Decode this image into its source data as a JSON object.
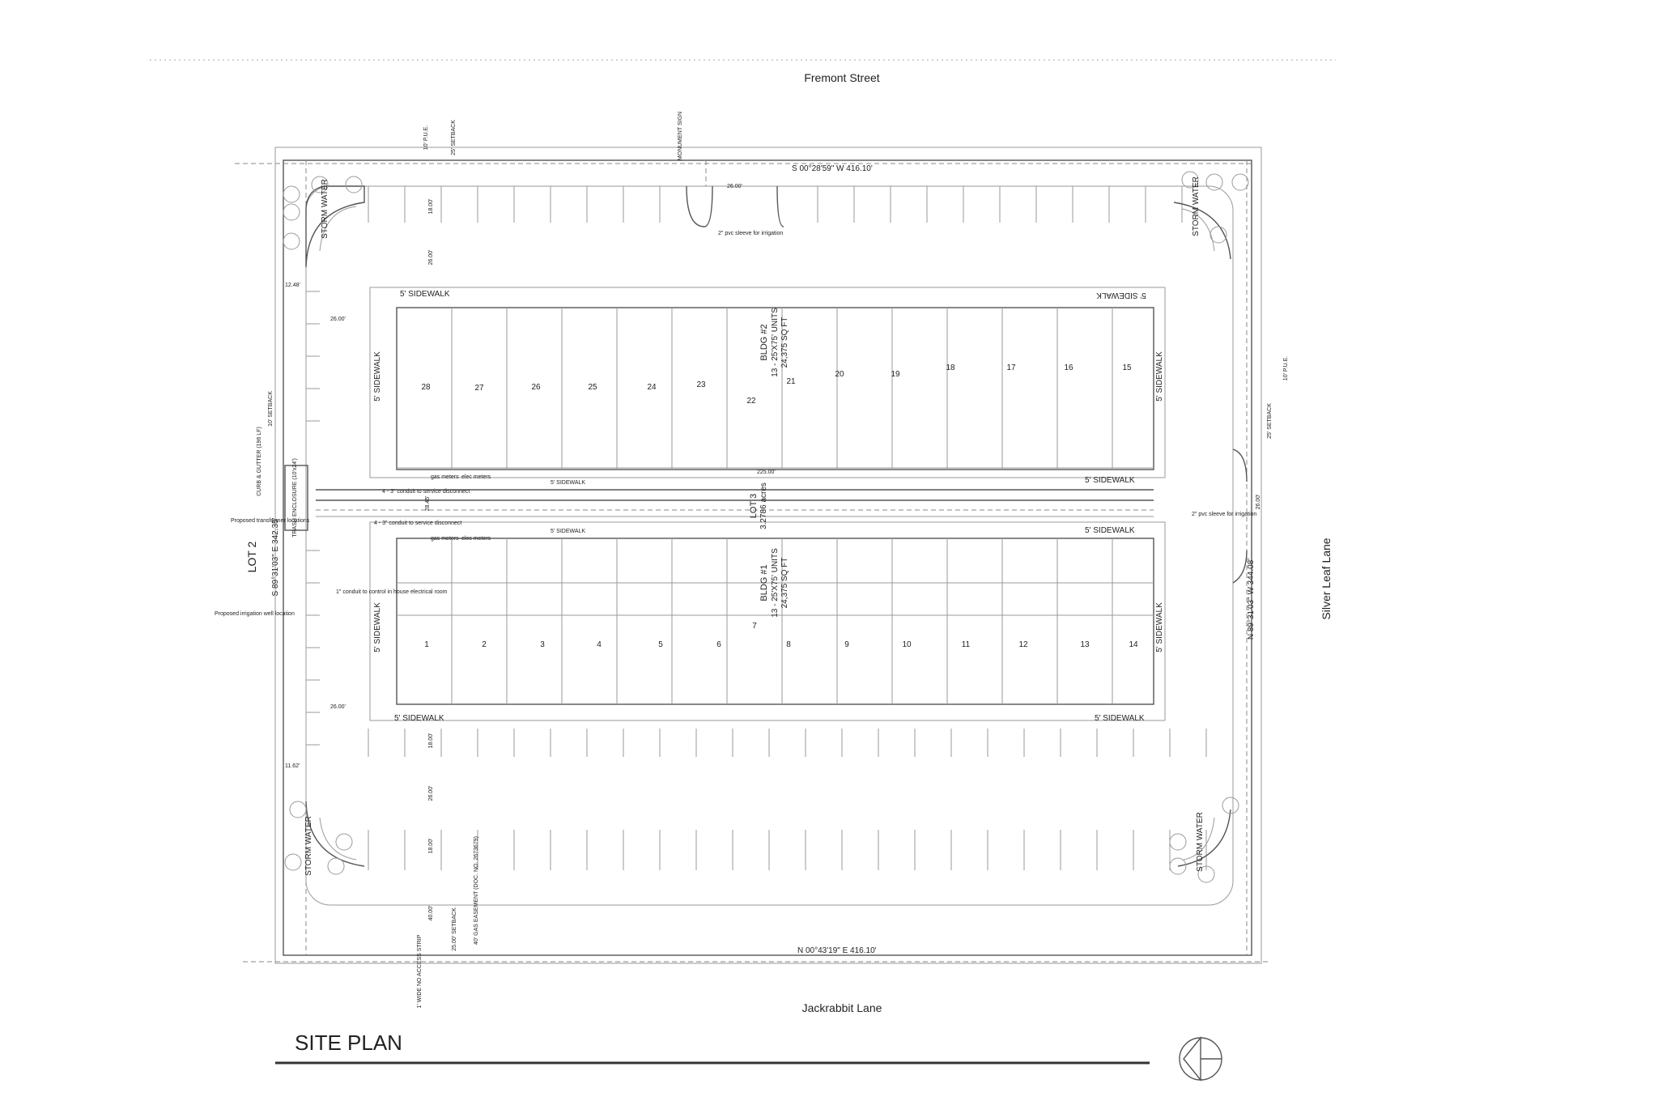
{
  "streets": {
    "north": "Fremont Street",
    "south": "Jackrabbit Lane",
    "east": "Silver Leaf Lane"
  },
  "title": "SITE PLAN",
  "lot_labels": {
    "lot2": "LOT 2",
    "lot3": "LOT 3",
    "lot3_area": "3.2786 acres"
  },
  "bearings": {
    "north": "S 00°28'59\" W 416.10'",
    "south": "N 00°43'19\" E 416.10'",
    "west": "S 89°31'03\" E 342.35'",
    "east": "N 89°31'03\" W 344.08'"
  },
  "dimensions": {
    "d26_top_drive": "26.00'",
    "d18_top": "18.00'",
    "d26_top": "26.00'",
    "d1248": "12.48'",
    "d26_west_top": "26.00'",
    "d26_west_bottom": "26.00'",
    "d1162": "11.62'",
    "d18_bottom": "18.00'",
    "d26_bottom": "26.00'",
    "d18_bottom2": "18.00'",
    "d40": "40.00'",
    "d2845": "28.45'",
    "d225": "225.00'",
    "d26_east": "26.00'"
  },
  "setbacks": {
    "pue_top": "10' P.U.E.",
    "setback_top": "25' SETBACK",
    "setback_west": "10' SETBACK",
    "pue_east": "10' P.U.E.",
    "setback_east": "25' SETBACK",
    "setback_south": "25.00' SETBACK",
    "gas_easement": "40' GAS EASEMENT (DOC. NO. 2673679)",
    "no_access": "1' WIDE NO ACCESS STRIP"
  },
  "notes": {
    "monument_sign": "MONUMENT SIGN",
    "pvc_north": "2\" pvc sleeve for irrigation",
    "pvc_east": "2\" pvc sleeve for irrigation",
    "curb_gutter": "CURB & GUTTER (196 LF)",
    "trash": "TRASH ENCLOSURE (10'x24')",
    "transformer": "Proposed transformer locations",
    "conduit_1": "4 - 3\" conduit to service disconnect",
    "conduit_2": "4 - 3\" conduit to service disconnect",
    "conduit_control": "1\" conduit to control in house electrical room",
    "irrigation_well": "Proposed irrigation well location",
    "gas_meters_1": "gas meters",
    "elec_meters_1": "elec meters",
    "gas_meters_2": "gas meters",
    "elec_meters_2": "elec meters"
  },
  "storm_water": "STORM WATER",
  "sidewalks": {
    "b2_top_left": "5' SIDEWALK",
    "b2_top_right": "5' SIDEWALK",
    "b2_left": "5' SIDEWALK",
    "b2_right": "5' SIDEWALK",
    "b2_bottom_center": "5' SIDEWALK",
    "b2_bottom_right": "5' SIDEWALK",
    "b1_top_center": "5' SIDEWALK",
    "b1_top_right": "5' SIDEWALK",
    "b1_left": "5' SIDEWALK",
    "b1_right": "5' SIDEWALK",
    "b1_bottom_left": "5' SIDEWALK",
    "b1_bottom_right": "5' SIDEWALK"
  },
  "buildings": {
    "bldg2": {
      "name": "BLDG #2",
      "units": "13 - 25'X75' UNITS",
      "area": "24,375 SQ FT",
      "unit_numbers": [
        "28",
        "27",
        "26",
        "25",
        "24",
        "23",
        "22",
        "21",
        "20",
        "19",
        "18",
        "17",
        "16",
        "15"
      ]
    },
    "bldg1": {
      "name": "BLDG #1",
      "units": "13 - 25'X75' UNITS",
      "area": "24,375 SQ FT",
      "unit_numbers": [
        "1",
        "2",
        "3",
        "4",
        "5",
        "6",
        "7",
        "8",
        "9",
        "10",
        "11",
        "12",
        "13",
        "14"
      ]
    }
  }
}
